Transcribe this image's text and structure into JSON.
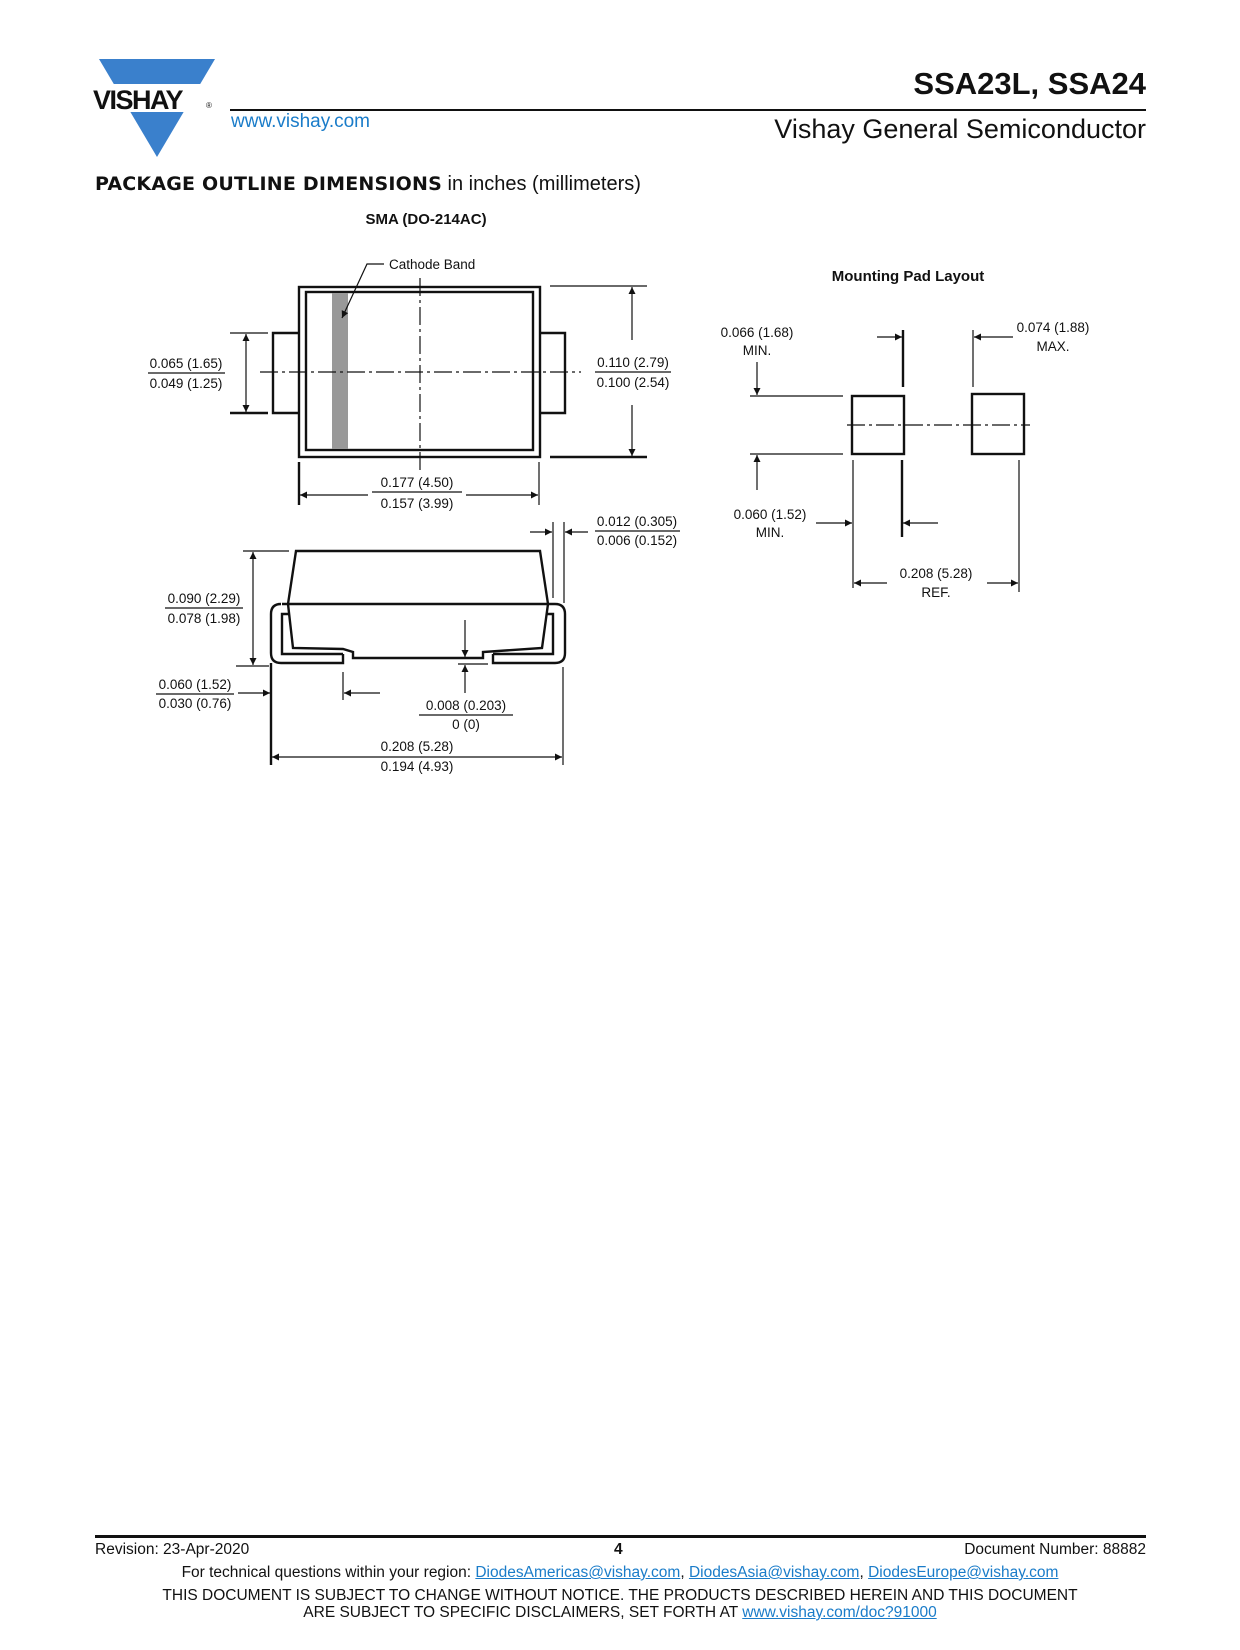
{
  "header": {
    "logo_text": "VISHAY",
    "logo_color": "#3a80cc",
    "website": "www.vishay.com",
    "title": "SSA23L, SSA24",
    "subtitle": "Vishay General Semiconductor"
  },
  "section": {
    "heading_bold": "PACKAGE OUTLINE DIMENSIONS",
    "heading_rest": " in inches (millimeters)",
    "package_name": "SMA (DO-214AC)"
  },
  "top_view": {
    "cathode_label": "Cathode Band",
    "tab_height": [
      "0.065 (1.65)",
      "0.049 (1.25)"
    ],
    "body_width": [
      "0.110 (2.79)",
      "0.100 (2.54)"
    ],
    "body_length": [
      "0.177 (4.50)",
      "0.157 (3.99)"
    ]
  },
  "side_view": {
    "lead_thickness": [
      "0.012 (0.305)",
      "0.006 (0.152)"
    ],
    "height": [
      "0.090 (2.29)",
      "0.078 (1.98)"
    ],
    "lead_length": [
      "0.060 (1.52)",
      "0.030 (0.76)"
    ],
    "standoff": [
      "0.008 (0.203)",
      "0 (0)"
    ],
    "overall_length": [
      "0.208 (5.28)",
      "0.194 (4.93)"
    ]
  },
  "pad_layout": {
    "title": "Mounting Pad Layout",
    "pad_height": [
      "0.066 (1.68)",
      "MIN."
    ],
    "pad_width_max": [
      "0.074 (1.88)",
      "MAX."
    ],
    "pad_width_min": [
      "0.060 (1.52)",
      "MIN."
    ],
    "pad_span": [
      "0.208 (5.28)",
      "REF."
    ]
  },
  "footer": {
    "revision": "Revision: 23-Apr-2020",
    "page": "4",
    "document_number": "Document Number: 88882",
    "contact_prefix": "For technical questions within your region: ",
    "emails": [
      "DiodesAmericas@vishay.com",
      "DiodesAsia@vishay.com",
      "DiodesEurope@vishay.com"
    ],
    "sep": ", ",
    "disclaimer_line1": "THIS DOCUMENT IS SUBJECT TO CHANGE WITHOUT NOTICE. THE PRODUCTS DESCRIBED HEREIN AND THIS DOCUMENT",
    "disclaimer_line2": "ARE SUBJECT TO SPECIFIC DISCLAIMERS, SET FORTH AT ",
    "disclaimer_link": "www.vishay.com/doc?91000"
  }
}
